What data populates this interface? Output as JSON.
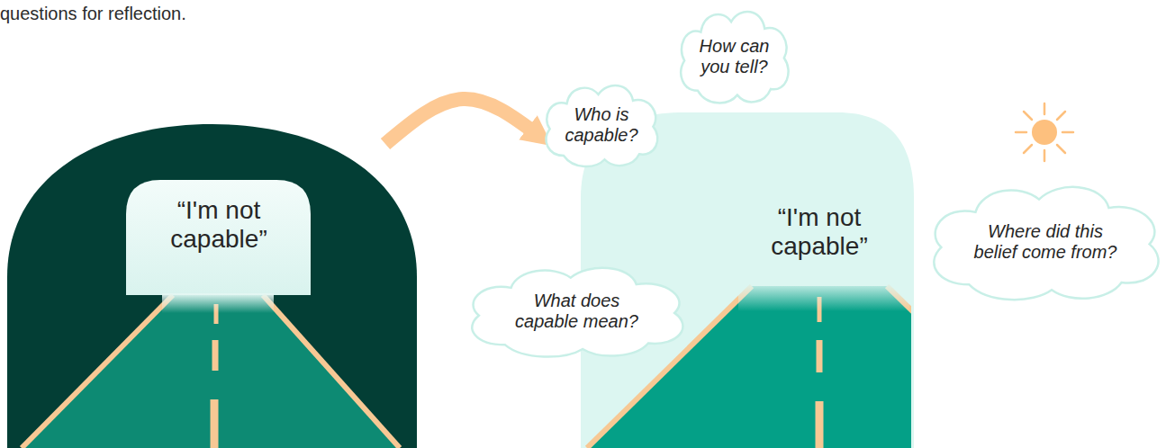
{
  "diagram": {
    "nodes": [
      {
        "text": [
          "“I'm not capable”"
        ]
      },
      {
        "text": [
          "“I'm not capable”"
        ]
      },
      {
        "text": [
          "Who is capable?"
        ]
      },
      {
        "text": [
          "How can you tell?"
        ]
      },
      {
        "text": [
          "What does capable mean?"
        ]
      },
      {
        "text": [
          "Where did this belief come from?"
        ]
      }
    ],
    "edges": [
      {
        "from": 0,
        "to": 1,
        "arrow": "to"
      }
    ],
    "labels": [
      "questions for reflection."
    ]
  }
}
